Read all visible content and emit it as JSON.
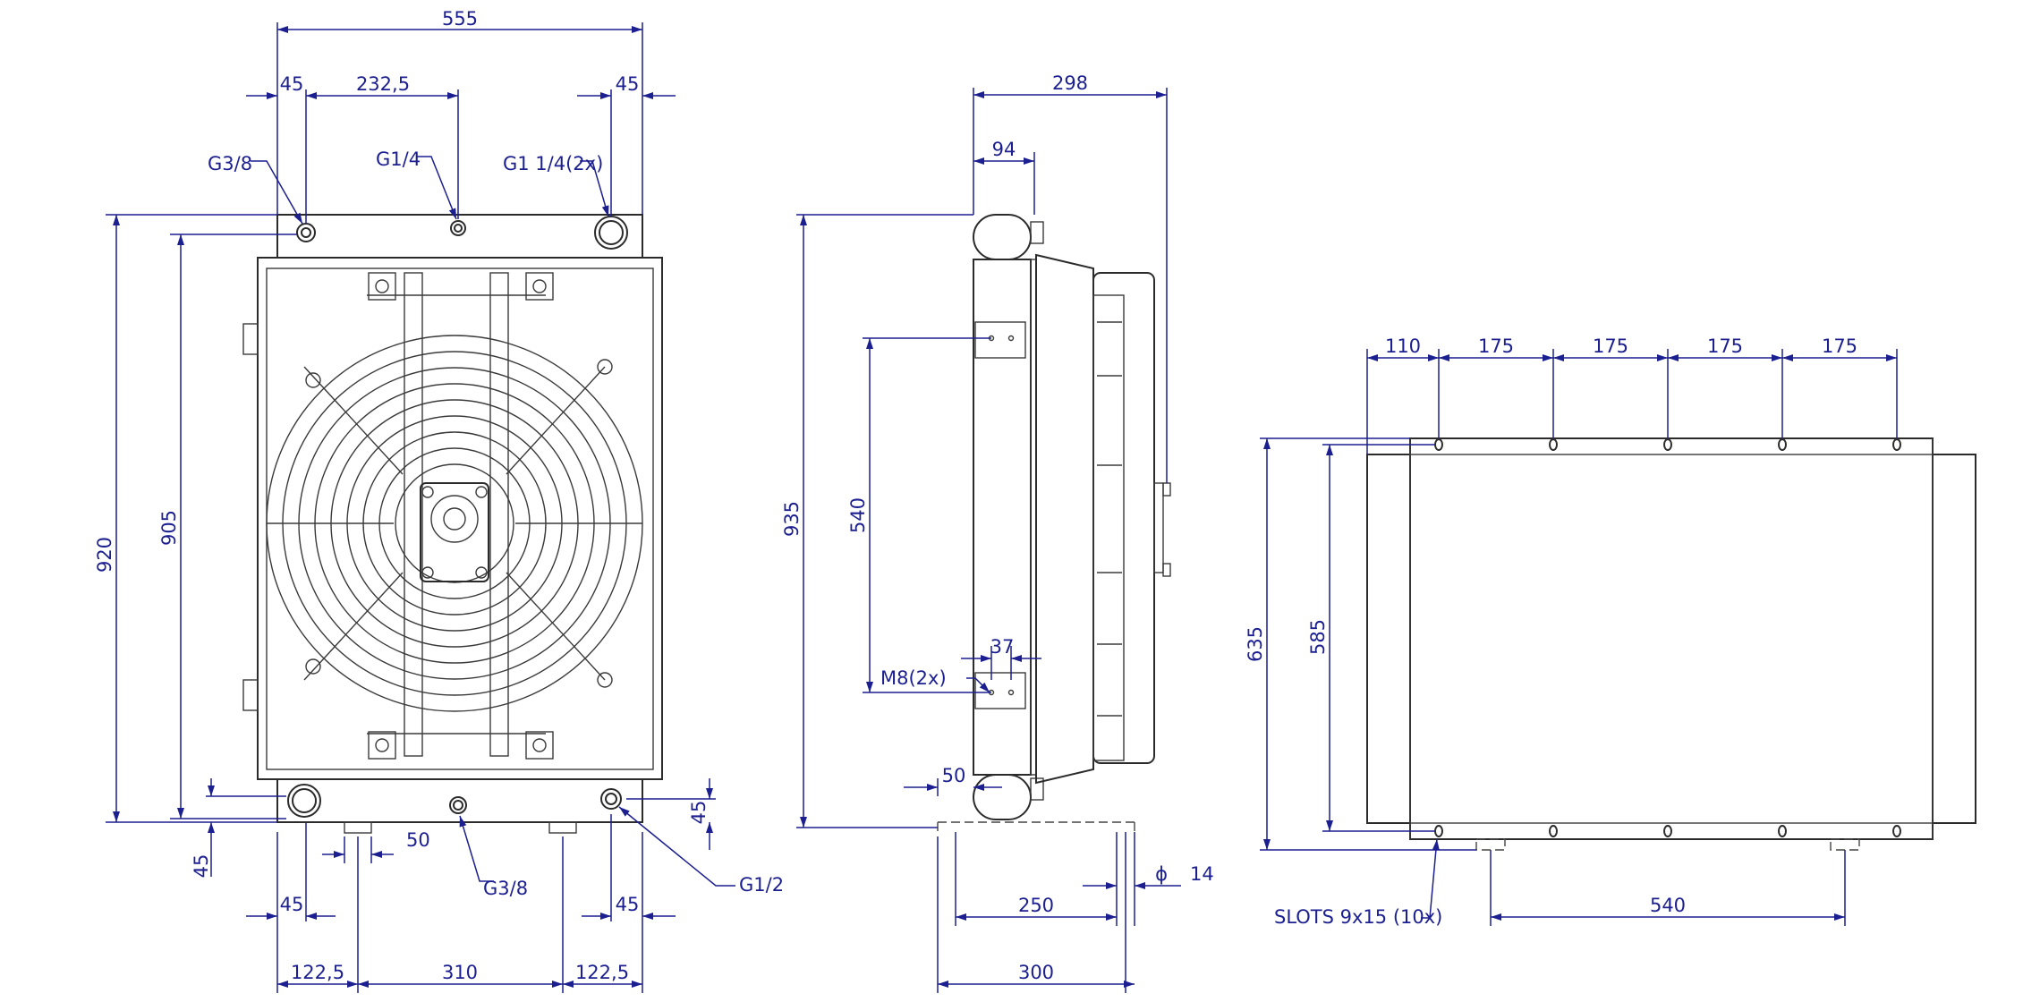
{
  "front_view": {
    "overall_width": "555",
    "left_offset": "45",
    "g14_offset": "232,5",
    "right_offset": "45",
    "port_left_top": "G3/8",
    "port_center_top": "G1/4",
    "port_right_top": "G1 1/4(2x)",
    "overall_height": "920",
    "inner_height": "905",
    "bottom_offset_left": "45",
    "bottom_offset_right": "45",
    "bottom_gap": "50",
    "port_bottom_center": "G3/8",
    "port_bottom_right": "G1/2",
    "bottom_left_45": "45",
    "bottom_right_45": "45",
    "bottom_left_122": "122,5",
    "bottom_mid_310": "310",
    "bottom_right_122": "122,5"
  },
  "side_view": {
    "depth": "298",
    "tank_depth": "94",
    "height": "935",
    "mount_spacing": "540",
    "bolt_offset": "37",
    "bolt_label": "M8(2x)",
    "foot_offset": "50",
    "foot_spacing": "250",
    "foot_width": "300",
    "hole_diameter": "14",
    "diameter_symbol": "ϕ"
  },
  "bottom_view": {
    "slot_first": "110",
    "slot_pitch_1": "175",
    "slot_pitch_2": "175",
    "slot_pitch_3": "175",
    "slot_pitch_4": "175",
    "height_outer": "635",
    "height_inner": "585",
    "foot_spacing": "540",
    "slots_label": "SLOTS 9x15 (10x)"
  },
  "colors": {
    "line": "#2b2b2b",
    "dimension": "#1c1f8f"
  }
}
